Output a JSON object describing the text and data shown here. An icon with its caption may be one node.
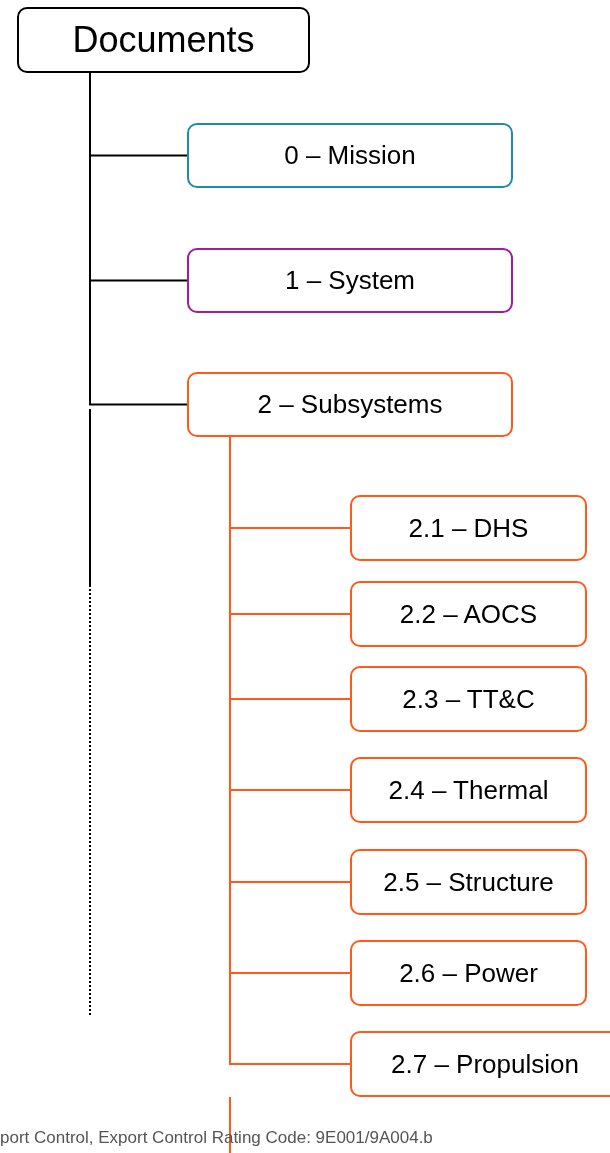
{
  "diagram": {
    "nodes": [
      {
        "text": [
          "Documents"
        ]
      },
      {
        "text": [
          "0 – Mission"
        ]
      },
      {
        "text": [
          "1 – System"
        ]
      },
      {
        "text": [
          "2 – Subsystems"
        ]
      },
      {
        "text": [
          "2.1 – DHS"
        ]
      },
      {
        "text": [
          "2.2 – AOCS"
        ]
      },
      {
        "text": [
          "2.3 – TT&C"
        ]
      },
      {
        "text": [
          "2.4 – Thermal"
        ]
      },
      {
        "text": [
          "2.5 – Structure"
        ]
      },
      {
        "text": [
          "2.6 – Power"
        ]
      },
      {
        "text": [
          "2.7 – Propulsion"
        ]
      }
    ],
    "edges": [
      {
        "from": 0,
        "to": 1,
        "arrow": "none",
        "color": "#000000"
      },
      {
        "from": 0,
        "to": 2,
        "arrow": "none",
        "color": "#000000"
      },
      {
        "from": 0,
        "to": 3,
        "arrow": "none",
        "color": "#000000"
      },
      {
        "from": 3,
        "to": 4,
        "arrow": "none"
      },
      {
        "from": 3,
        "to": 5,
        "arrow": "none"
      },
      {
        "from": 3,
        "to": 6,
        "arrow": "none"
      },
      {
        "from": 3,
        "to": 7,
        "arrow": "none"
      },
      {
        "from": 3,
        "to": 8,
        "arrow": "none"
      },
      {
        "from": 3,
        "to": 9,
        "arrow": "none"
      },
      {
        "from": 3,
        "to": 10,
        "arrow": "none"
      }
    ],
    "labels": [
      "port Control, Export Control Rating Code: 9E001/9A004.b"
    ]
  }
}
